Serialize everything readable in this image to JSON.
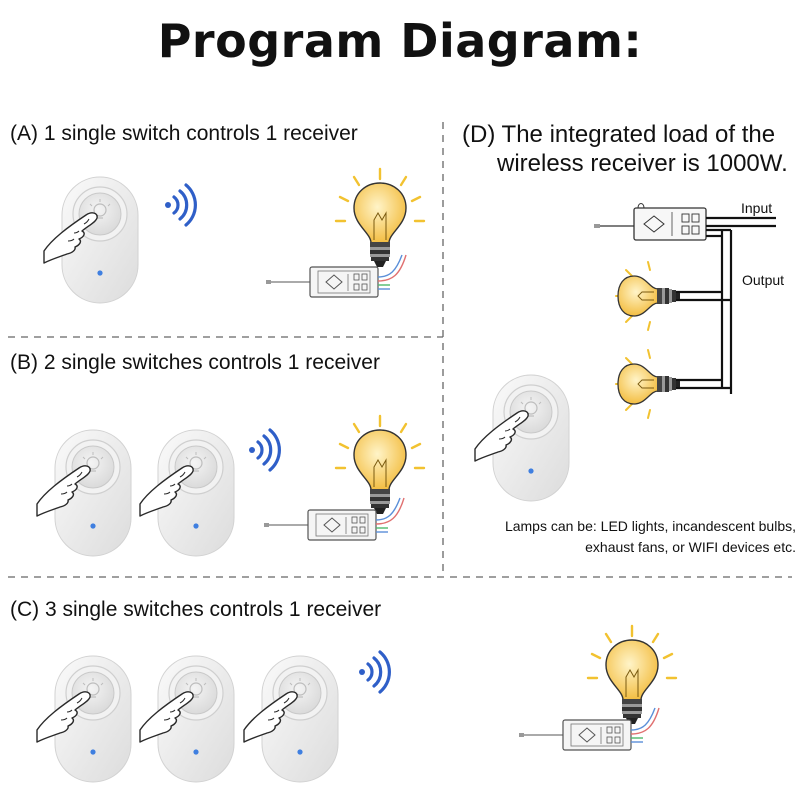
{
  "title": "Program Diagram:",
  "sections": {
    "a": {
      "label": "(A)  1 single switch controls 1 receiver"
    },
    "b": {
      "label": "(B)  2 single switches controls  1 receiver"
    },
    "c": {
      "label": "(C)  3 single switches controls  1 receiver"
    },
    "d": {
      "label_line1": "(D)  The integrated load of the",
      "label_line2": "wireless receiver is 1000W.",
      "input_label": "Input",
      "output_label": "Output",
      "note_line1": "Lamps can be:  LED lights, incandescent bulbs,",
      "note_line2": "exhaust fans, or WIFI devices etc."
    }
  },
  "colors": {
    "switch_body": "#ededed",
    "switch_button": "#e2e2e2",
    "led": "#3f7fe0",
    "signal": "#2f5fc8",
    "bulb_glass": "#f6c64c",
    "bulb_ray": "#f2c230",
    "divider": "#666666",
    "wire_blue": "#5b8fd8",
    "wire_red": "#e07070",
    "wire_green": "#4fb96b"
  },
  "icons": [
    "wall-switch-icon",
    "finger-press-icon",
    "wireless-signal-icon",
    "light-bulb-icon",
    "receiver-module-icon"
  ]
}
